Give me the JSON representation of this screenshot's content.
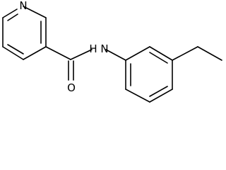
{
  "molecule": {
    "atoms": {
      "pyridine_nitrogen": "N",
      "amide_nitrogen": "H N",
      "carbonyl_oxygen": "O"
    },
    "colors": {
      "bond": "#000000",
      "label": "#000000",
      "background": "#ffffff"
    }
  }
}
